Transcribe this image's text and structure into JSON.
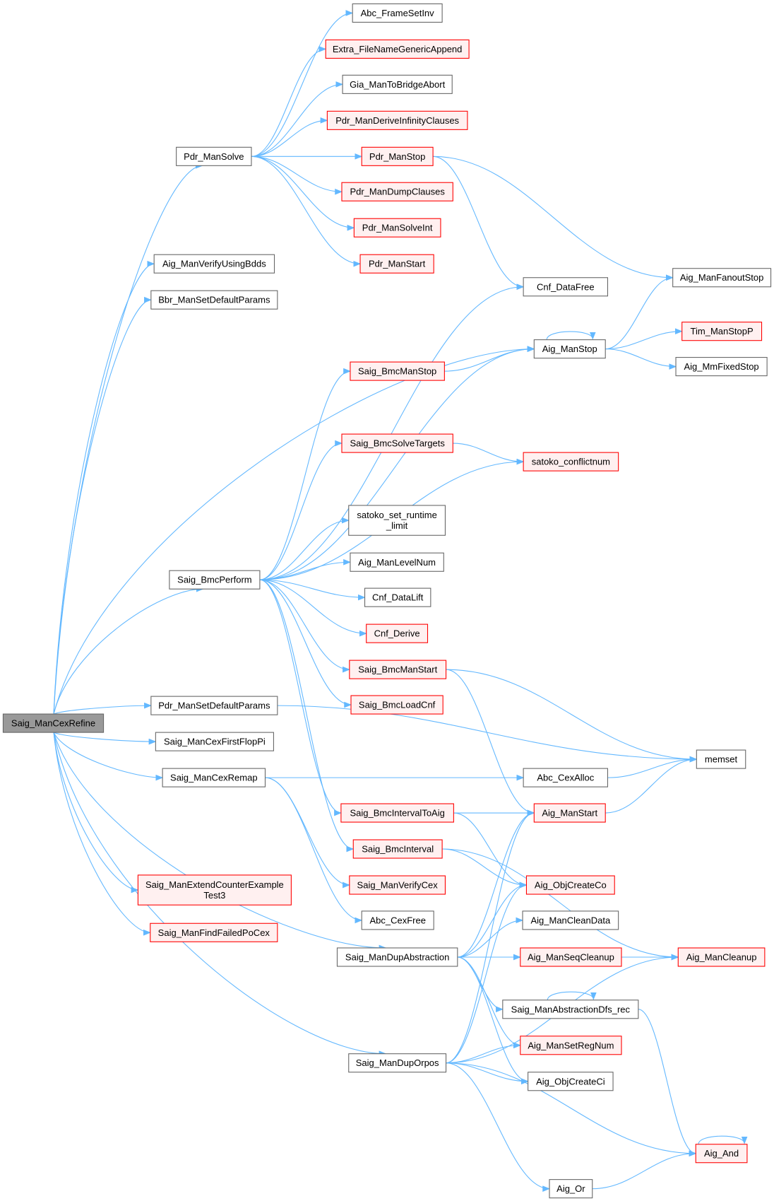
{
  "title": "Saig_ManCexRefine call graph",
  "colors": {
    "edge": "#63b8ff",
    "root_fill": "#999999",
    "missing_border": "#ff0000",
    "missing_fill": "#fff0f0",
    "normal_border": "#666666"
  },
  "nodes": [
    {
      "id": "refine",
      "lines": [
        "Saig_ManCexRefine"
      ],
      "style": "root"
    },
    {
      "id": "pdrsolve",
      "lines": [
        "Pdr_ManSolve"
      ],
      "style": "normal"
    },
    {
      "id": "bdds",
      "lines": [
        "Aig_ManVerifyUsingBdds"
      ],
      "style": "normal"
    },
    {
      "id": "bbr",
      "lines": [
        "Bbr_ManSetDefaultParams"
      ],
      "style": "normal"
    },
    {
      "id": "bmcperform",
      "lines": [
        "Saig_BmcPerform"
      ],
      "style": "normal"
    },
    {
      "id": "pdrdef",
      "lines": [
        "Pdr_ManSetDefaultParams"
      ],
      "style": "normal"
    },
    {
      "id": "firstflop",
      "lines": [
        "Saig_ManCexFirstFlopPi"
      ],
      "style": "normal"
    },
    {
      "id": "cexremap",
      "lines": [
        "Saig_ManCexRemap"
      ],
      "style": "normal"
    },
    {
      "id": "extend",
      "lines": [
        "Saig_ManExtendCounterExample",
        "Test3"
      ],
      "style": "red"
    },
    {
      "id": "findfailed",
      "lines": [
        "Saig_ManFindFailedPoCex"
      ],
      "style": "red"
    },
    {
      "id": "framesetinv",
      "lines": [
        "Abc_FrameSetInv"
      ],
      "style": "normal"
    },
    {
      "id": "extra",
      "lines": [
        "Extra_FileNameGenericAppend"
      ],
      "style": "red"
    },
    {
      "id": "gia",
      "lines": [
        "Gia_ManToBridgeAbort"
      ],
      "style": "normal"
    },
    {
      "id": "deriveinf",
      "lines": [
        "Pdr_ManDeriveInfinityClauses"
      ],
      "style": "red"
    },
    {
      "id": "pdrstop",
      "lines": [
        "Pdr_ManStop"
      ],
      "style": "red"
    },
    {
      "id": "dumpclauses",
      "lines": [
        "Pdr_ManDumpClauses"
      ],
      "style": "red"
    },
    {
      "id": "solveint",
      "lines": [
        "Pdr_ManSolveInt"
      ],
      "style": "red"
    },
    {
      "id": "pdrstart",
      "lines": [
        "Pdr_ManStart"
      ],
      "style": "red"
    },
    {
      "id": "cnfdatafree",
      "lines": [
        "Cnf_DataFree"
      ],
      "style": "normal"
    },
    {
      "id": "fanoutstop",
      "lines": [
        "Aig_ManFanoutStop"
      ],
      "style": "normal"
    },
    {
      "id": "aigmanstop",
      "lines": [
        "Aig_ManStop"
      ],
      "style": "normal"
    },
    {
      "id": "timstop",
      "lines": [
        "Tim_ManStopP"
      ],
      "style": "red"
    },
    {
      "id": "mmfixed",
      "lines": [
        "Aig_MmFixedStop"
      ],
      "style": "normal"
    },
    {
      "id": "bmcmanstop",
      "lines": [
        "Saig_BmcManStop"
      ],
      "style": "red"
    },
    {
      "id": "solvetargets",
      "lines": [
        "Saig_BmcSolveTargets"
      ],
      "style": "red"
    },
    {
      "id": "conflictnum",
      "lines": [
        "satoko_conflictnum"
      ],
      "style": "red"
    },
    {
      "id": "runtimelimit",
      "lines": [
        "satoko_set_runtime",
        "_limit"
      ],
      "style": "normal"
    },
    {
      "id": "levelnum",
      "lines": [
        "Aig_ManLevelNum"
      ],
      "style": "normal"
    },
    {
      "id": "datalift",
      "lines": [
        "Cnf_DataLift"
      ],
      "style": "normal"
    },
    {
      "id": "cnfderive",
      "lines": [
        "Cnf_Derive"
      ],
      "style": "red"
    },
    {
      "id": "bmcmanstart",
      "lines": [
        "Saig_BmcManStart"
      ],
      "style": "red"
    },
    {
      "id": "loadcnf",
      "lines": [
        "Saig_BmcLoadCnf"
      ],
      "style": "red"
    },
    {
      "id": "memset",
      "lines": [
        "memset"
      ],
      "style": "normal"
    },
    {
      "id": "cexalloc",
      "lines": [
        "Abc_CexAlloc"
      ],
      "style": "normal"
    },
    {
      "id": "intervaltoaig",
      "lines": [
        "Saig_BmcIntervalToAig"
      ],
      "style": "red"
    },
    {
      "id": "aigmanstart",
      "lines": [
        "Aig_ManStart"
      ],
      "style": "red"
    },
    {
      "id": "bmcinterval",
      "lines": [
        "Saig_BmcInterval"
      ],
      "style": "red"
    },
    {
      "id": "createco",
      "lines": [
        "Aig_ObjCreateCo"
      ],
      "style": "red"
    },
    {
      "id": "verifycex",
      "lines": [
        "Saig_ManVerifyCex"
      ],
      "style": "red"
    },
    {
      "id": "cexfree",
      "lines": [
        "Abc_CexFree"
      ],
      "style": "normal"
    },
    {
      "id": "cleandata",
      "lines": [
        "Aig_ManCleanData"
      ],
      "style": "normal"
    },
    {
      "id": "dupabs",
      "lines": [
        "Saig_ManDupAbstraction"
      ],
      "style": "normal"
    },
    {
      "id": "seqcleanup",
      "lines": [
        "Aig_ManSeqCleanup"
      ],
      "style": "red"
    },
    {
      "id": "cleanup",
      "lines": [
        "Aig_ManCleanup"
      ],
      "style": "red"
    },
    {
      "id": "absdfs",
      "lines": [
        "Saig_ManAbstractionDfs_rec"
      ],
      "style": "normal"
    },
    {
      "id": "setregnum",
      "lines": [
        "Aig_ManSetRegNum"
      ],
      "style": "red"
    },
    {
      "id": "duporpos",
      "lines": [
        "Saig_ManDupOrpos"
      ],
      "style": "normal"
    },
    {
      "id": "createci",
      "lines": [
        "Aig_ObjCreateCi"
      ],
      "style": "normal"
    },
    {
      "id": "aigand",
      "lines": [
        "Aig_And"
      ],
      "style": "red"
    },
    {
      "id": "aigor",
      "lines": [
        "Aig_Or"
      ],
      "style": "normal"
    }
  ],
  "edges": [
    [
      "refine",
      "pdrsolve"
    ],
    [
      "refine",
      "bdds"
    ],
    [
      "refine",
      "bbr"
    ],
    [
      "refine",
      "aigmanstop"
    ],
    [
      "refine",
      "bmcperform"
    ],
    [
      "refine",
      "pdrdef"
    ],
    [
      "refine",
      "firstflop"
    ],
    [
      "refine",
      "cexremap"
    ],
    [
      "refine",
      "dupabs"
    ],
    [
      "refine",
      "duporpos"
    ],
    [
      "refine",
      "extend"
    ],
    [
      "refine",
      "findfailed"
    ],
    [
      "pdrsolve",
      "framesetinv"
    ],
    [
      "pdrsolve",
      "extra"
    ],
    [
      "pdrsolve",
      "gia"
    ],
    [
      "pdrsolve",
      "deriveinf"
    ],
    [
      "pdrsolve",
      "pdrstop"
    ],
    [
      "pdrsolve",
      "dumpclauses"
    ],
    [
      "pdrsolve",
      "solveint"
    ],
    [
      "pdrsolve",
      "pdrstart"
    ],
    [
      "pdrstop",
      "cnfdatafree"
    ],
    [
      "pdrstop",
      "fanoutstop"
    ],
    [
      "aigmanstop",
      "aigmanstop"
    ],
    [
      "aigmanstop",
      "fanoutstop"
    ],
    [
      "aigmanstop",
      "timstop"
    ],
    [
      "aigmanstop",
      "mmfixed"
    ],
    [
      "bmcperform",
      "cnfdatafree"
    ],
    [
      "bmcperform",
      "bmcmanstop"
    ],
    [
      "bmcperform",
      "aigmanstop"
    ],
    [
      "bmcperform",
      "solvetargets"
    ],
    [
      "bmcperform",
      "conflictnum"
    ],
    [
      "bmcperform",
      "runtimelimit"
    ],
    [
      "bmcperform",
      "levelnum"
    ],
    [
      "bmcperform",
      "datalift"
    ],
    [
      "bmcperform",
      "cnfderive"
    ],
    [
      "bmcperform",
      "bmcmanstart"
    ],
    [
      "bmcperform",
      "loadcnf"
    ],
    [
      "bmcperform",
      "intervaltoaig"
    ],
    [
      "bmcperform",
      "bmcinterval"
    ],
    [
      "bmcmanstop",
      "aigmanstop"
    ],
    [
      "solvetargets",
      "conflictnum"
    ],
    [
      "bmcmanstart",
      "memset"
    ],
    [
      "bmcmanstart",
      "aigmanstart"
    ],
    [
      "pdrdef",
      "memset"
    ],
    [
      "cexremap",
      "cexalloc"
    ],
    [
      "cexremap",
      "verifycex"
    ],
    [
      "cexremap",
      "cexfree"
    ],
    [
      "cexalloc",
      "memset"
    ],
    [
      "aigmanstart",
      "memset"
    ],
    [
      "intervaltoaig",
      "aigmanstart"
    ],
    [
      "intervaltoaig",
      "createco"
    ],
    [
      "bmcinterval",
      "createco"
    ],
    [
      "bmcinterval",
      "cleanup"
    ],
    [
      "dupabs",
      "aigmanstart"
    ],
    [
      "dupabs",
      "createco"
    ],
    [
      "dupabs",
      "cleandata"
    ],
    [
      "dupabs",
      "seqcleanup"
    ],
    [
      "dupabs",
      "absdfs"
    ],
    [
      "dupabs",
      "setregnum"
    ],
    [
      "dupabs",
      "createci"
    ],
    [
      "seqcleanup",
      "cleanup"
    ],
    [
      "absdfs",
      "absdfs"
    ],
    [
      "absdfs",
      "aigand"
    ],
    [
      "duporpos",
      "aigmanstart"
    ],
    [
      "duporpos",
      "createco"
    ],
    [
      "duporpos",
      "setregnum"
    ],
    [
      "duporpos",
      "createci"
    ],
    [
      "duporpos",
      "cleanup"
    ],
    [
      "duporpos",
      "aigand"
    ],
    [
      "duporpos",
      "aigor"
    ],
    [
      "aigand",
      "aigand"
    ],
    [
      "aigor",
      "aigand"
    ]
  ]
}
